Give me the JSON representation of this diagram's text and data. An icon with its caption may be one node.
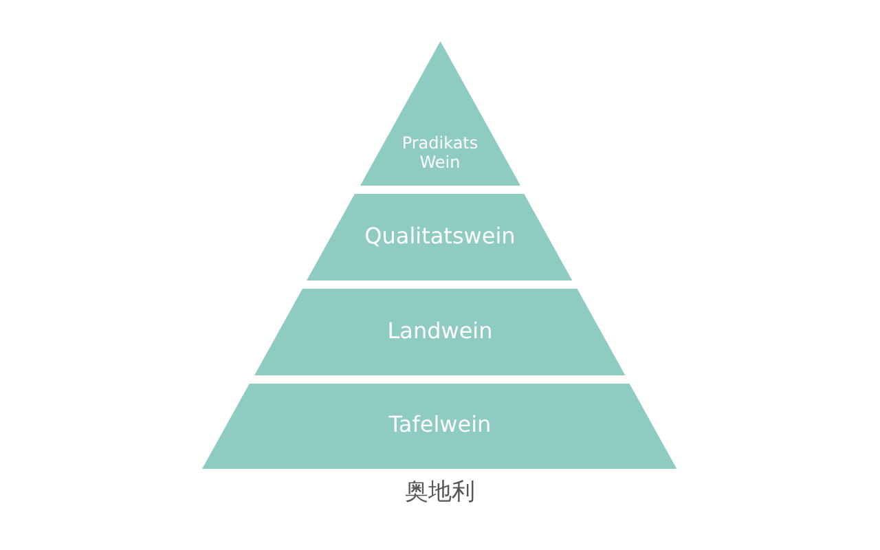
{
  "diagram": {
    "caption": "奥地利",
    "nodes": [
      {
        "text": [
          "Pradikats Wein"
        ]
      },
      {
        "text": [
          "Qualitatswein"
        ]
      },
      {
        "text": [
          "Landwein"
        ]
      },
      {
        "text": [
          "Tafelwein"
        ]
      }
    ]
  }
}
